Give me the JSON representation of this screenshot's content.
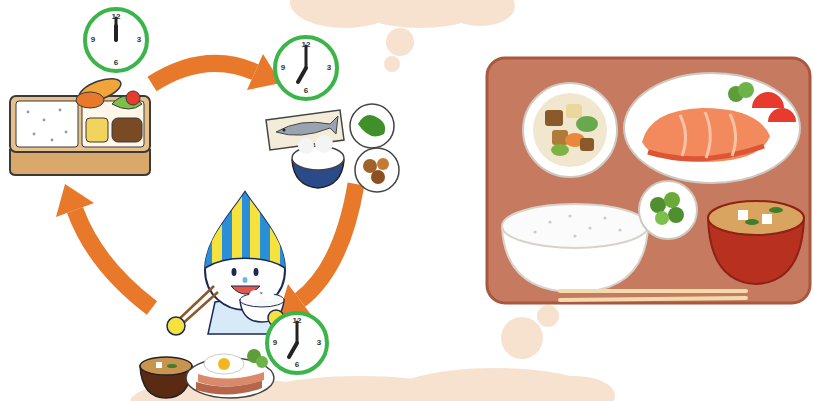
{
  "diagram": {
    "labels": [
      "12",
      "9",
      "3",
      "6",
      "12",
      "9",
      "3",
      "6",
      "12",
      "9",
      "3",
      "6"
    ]
  }
}
